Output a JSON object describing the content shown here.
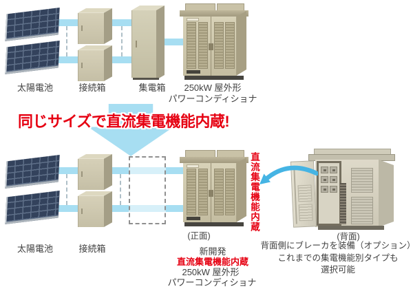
{
  "headline": "同じサイズで直流集電機能内蔵!",
  "top_row": {
    "solar_label": "太陽電池",
    "junction_label": "接続箱",
    "collector_label": "集電箱",
    "pcs_label_line1": "250kW 屋外形",
    "pcs_label_line2": "パワーコンディショナ"
  },
  "bottom_row": {
    "solar_label": "太陽電池",
    "junction_label": "接続箱",
    "front_view_label": "(正面)",
    "new_dev_label": "新開発",
    "dc_feature_label": "直流集電機能内蔵",
    "pcs_label_line1": "250kW 屋外形",
    "pcs_label_line2": "パワーコンディショナ"
  },
  "annotations": {
    "vertical_note": "直流集電機能内蔵",
    "rear_view_label": "(背面)",
    "rear_note_line1": "背面側にブレーカを装備（オプション）",
    "rear_note_line2": "これまでの集電機能別タイプも",
    "rear_note_line3": "選択可能"
  },
  "colors": {
    "flow_bar_blue": "#a7def2",
    "big_arrow_blue": "#a7def2",
    "curved_arrow_blue": "#45b4e4",
    "headline_red": "#e60012",
    "cabinet_beige": "#cdc7ae",
    "solar_panel_navy": "#33425c",
    "label_gray": "#404040"
  }
}
